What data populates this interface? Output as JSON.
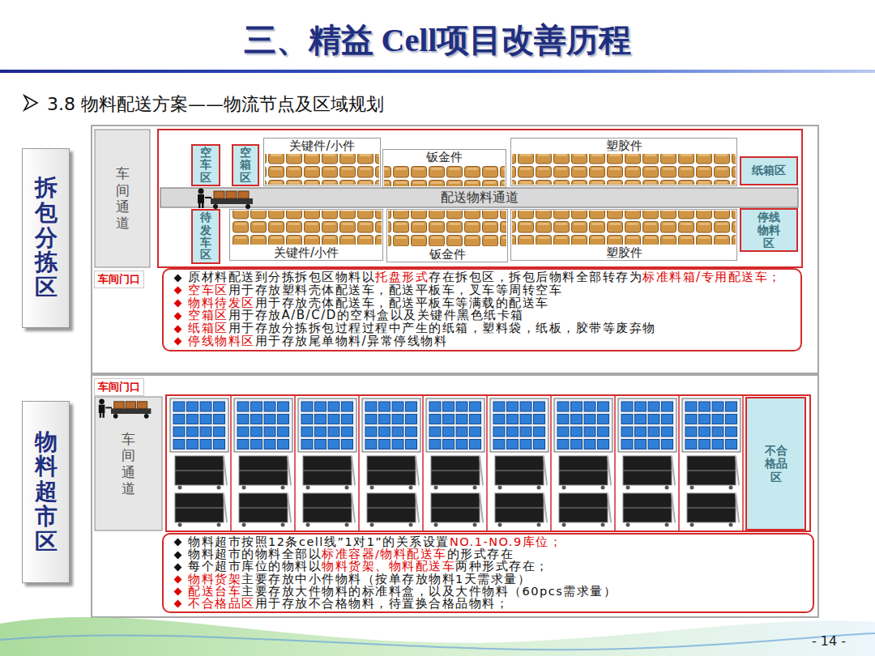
{
  "diagram": {
    "title": "三、精益 Cell项目改善历程",
    "nodes": [
      {
        "text": [
          "拆包分拣区"
        ]
      },
      {
        "text": [
          "车间通道"
        ]
      },
      {
        "text": [
          "空车区"
        ]
      },
      {
        "text": [
          "空箱区"
        ]
      },
      {
        "text": [
          "关键件/小件"
        ]
      },
      {
        "text": [
          "钣金件"
        ]
      },
      {
        "text": [
          "塑胶件"
        ]
      },
      {
        "text": [
          "纸箱区"
        ]
      },
      {
        "text": [
          "配送物料通道"
        ]
      },
      {
        "text": [
          "待发车区"
        ]
      },
      {
        "text": [
          "关键件/小件"
        ]
      },
      {
        "text": [
          "钣金件"
        ]
      },
      {
        "text": [
          "塑胶件"
        ]
      },
      {
        "text": [
          "停线物料区"
        ]
      },
      {
        "text": [
          "原材料配送到分拣拆包区物料以",
          "托盘形式",
          "存在拆包区，拆包后物料全部转存为",
          "标准料箱/专用配送车；",
          "空车区",
          "用于存放塑料壳体配送车，配送平板车，叉车等周转空车",
          "物料待发区",
          "用于存放壳体配送车，配送平板车等满载的配送车",
          "空箱区",
          "用于存放A/B/C/D的空料盒以及关键件黑色纸卡箱",
          "纸箱区",
          "用于存放分拣拆包过程过程中产生的纸箱，塑料袋，纸板，胶带等废弃物",
          "停线物料区",
          "用于存放尾单物料/异常停线物料"
        ]
      },
      {
        "text": [
          "物料超市区"
        ]
      },
      {
        "text": [
          "车间通道"
        ]
      },
      {
        "text": [
          "不合格品区"
        ]
      },
      {
        "text": [
          "物料超市按照12条cell线”1对1”的关系设置",
          "NO.1-NO.9库位；",
          "物料超市的物料全部以",
          "标准容器/物料配送车",
          "的形式存在",
          "每个超市库位的物料以",
          "物料货架、物料配送车",
          "两种形式存在；",
          "物料货架",
          "主要存放中小件物料（按单存放物料1天需求量）",
          "配送台车",
          "主要存放大件物料的标准料盒，以及大件物料（60pcs需求量）",
          "不合格品区",
          "用于存放不合格物料，待置换合格品物料；"
        ]
      }
    ],
    "labels": [
      "3.8  物料配送方案——物流节点及区域规划",
      "车间门口",
      "车间门口",
      "- 14 -"
    ]
  }
}
